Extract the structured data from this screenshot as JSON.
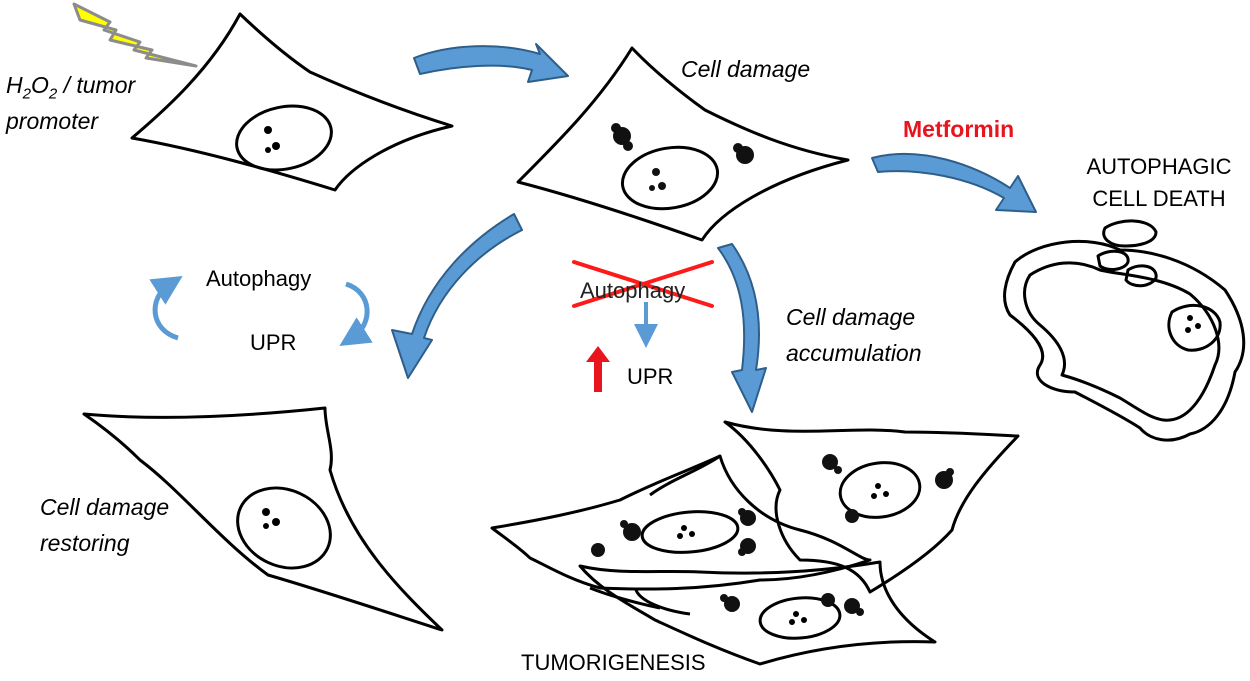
{
  "labels": {
    "stimulus_h": "H",
    "stimulus_sub1": "2",
    "stimulus_o": "O",
    "stimulus_sub2": "2",
    "stimulus_rest": " / tumor",
    "stimulus_line2": "promoter",
    "cell_damage": "Cell damage",
    "metformin": "Metformin",
    "autophagic_line1": "AUTOPHAGIC",
    "autophagic_line2": "CELL DEATH",
    "autophagy_cycle_top": "Autophagy",
    "autophagy_cycle_bottom": "UPR",
    "autophagy_blocked": "Autophagy",
    "upr_increased": "UPR",
    "accumulation_line1": "Cell damage",
    "accumulation_line2": "accumulation",
    "restoring_line1": "Cell damage",
    "restoring_line2": "restoring",
    "tumorigenesis": "TUMORIGENESIS"
  },
  "colors": {
    "arrow_fill": "#5b9bd5",
    "arrow_stroke": "#2e5f8a",
    "lightning_fill": "#ffff00",
    "lightning_stroke": "#8c8c8c",
    "cross": "#ff1a1a",
    "up_arrow": "#e8141e",
    "outline": "#000000"
  }
}
